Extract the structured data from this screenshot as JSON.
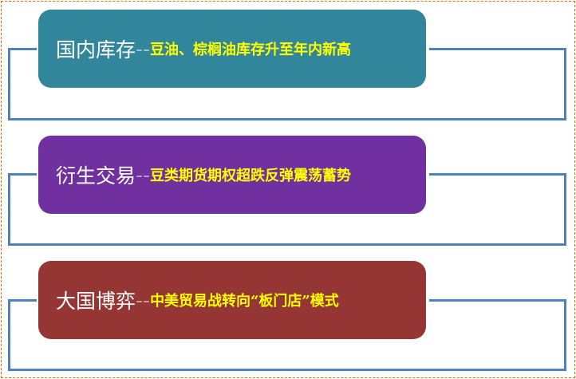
{
  "items": [
    {
      "title": "国内库存",
      "separator": "--",
      "subtitle": "豆油、棕榈油库存升至年内新高",
      "color": "#31869b"
    },
    {
      "title": "衍生交易",
      "separator": "--",
      "subtitle": "豆类期货期权超跌反弹震荡蓄势",
      "color": "#7030a0"
    },
    {
      "title": "大国博弈",
      "separator": "--",
      "subtitle": "中美贸易战转向“板门店”模式",
      "color": "#963634"
    }
  ],
  "line_color": "#4f81bd"
}
